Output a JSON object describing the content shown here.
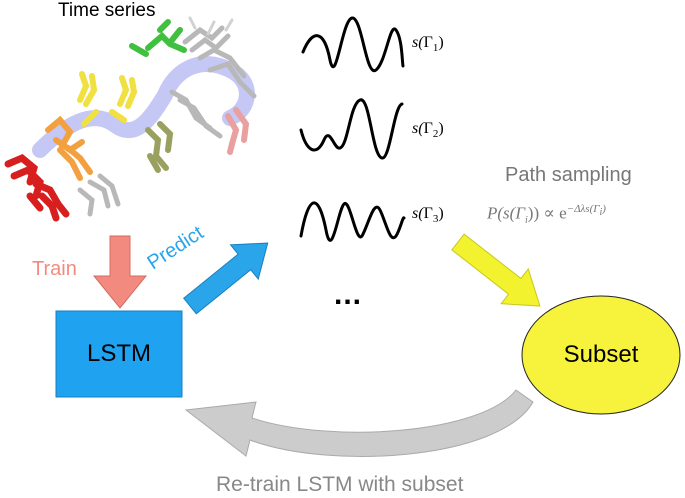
{
  "title": "Time series",
  "arrows": {
    "train_label": "Train",
    "predict_label": "Predict",
    "retrain_label": "Re-train LSTM with subset",
    "train_color": "#f28a80",
    "predict_color": "#2aa5ea",
    "path_color": "#f2f22e",
    "retrain_color": "#cccccc"
  },
  "nodes": {
    "lstm_label": "LSTM",
    "lstm_color": "#1fa2ef",
    "subset_label": "Subset",
    "subset_color": "#f7f23c"
  },
  "signals": [
    {
      "prefix": "s(",
      "greek": "Γ",
      "index": "1",
      "suffix": ")"
    },
    {
      "prefix": "s(",
      "greek": "Γ",
      "index": "2",
      "suffix": ")"
    },
    {
      "prefix": "s(",
      "greek": "Γ",
      "index": "3",
      "suffix": ")"
    }
  ],
  "ellipsis": "...",
  "path_sampling": {
    "heading": "Path sampling",
    "formula": {
      "lhs": "P(s(Γ",
      "lhs_index": "i",
      "lhs_close": ")) ∝ e",
      "exponent": "−Δλs(Γ",
      "exponent_index": "i",
      "exponent_close": ")"
    }
  },
  "molecule_colors": [
    "#d81f1f",
    "#f2a040",
    "#f0e040",
    "#9aa060",
    "#3fc03f",
    "#e8a0a0",
    "#c8c8c8",
    "#7f86e8"
  ]
}
